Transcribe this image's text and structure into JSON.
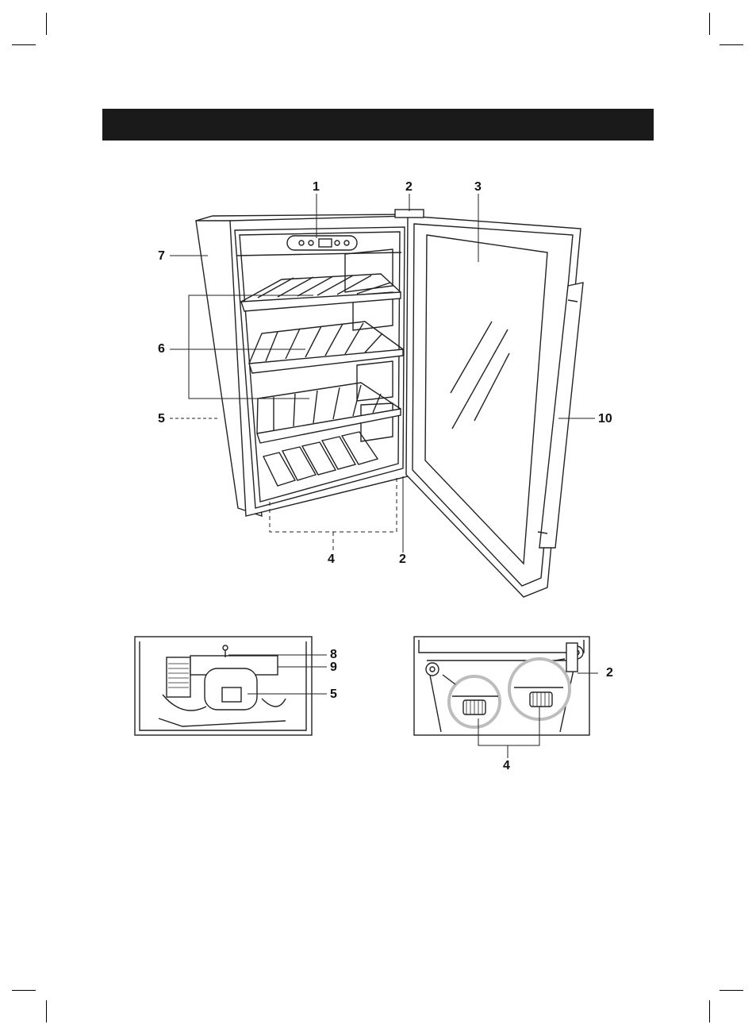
{
  "header": {
    "title": ""
  },
  "callouts": {
    "c1": "1",
    "c2_top": "2",
    "c3": "3",
    "c7": "7",
    "c6": "6",
    "c5_side": "5",
    "c10": "10",
    "c4_bottom": "4",
    "c2_bottom": "2",
    "c8": "8",
    "c9": "9",
    "c5_detail": "5",
    "c2_detail": "2",
    "c4_detail": "4"
  },
  "colors": {
    "header_bar": "#1a1a1a",
    "line": "#222222",
    "highlight_circle": "#bdbdbd"
  }
}
